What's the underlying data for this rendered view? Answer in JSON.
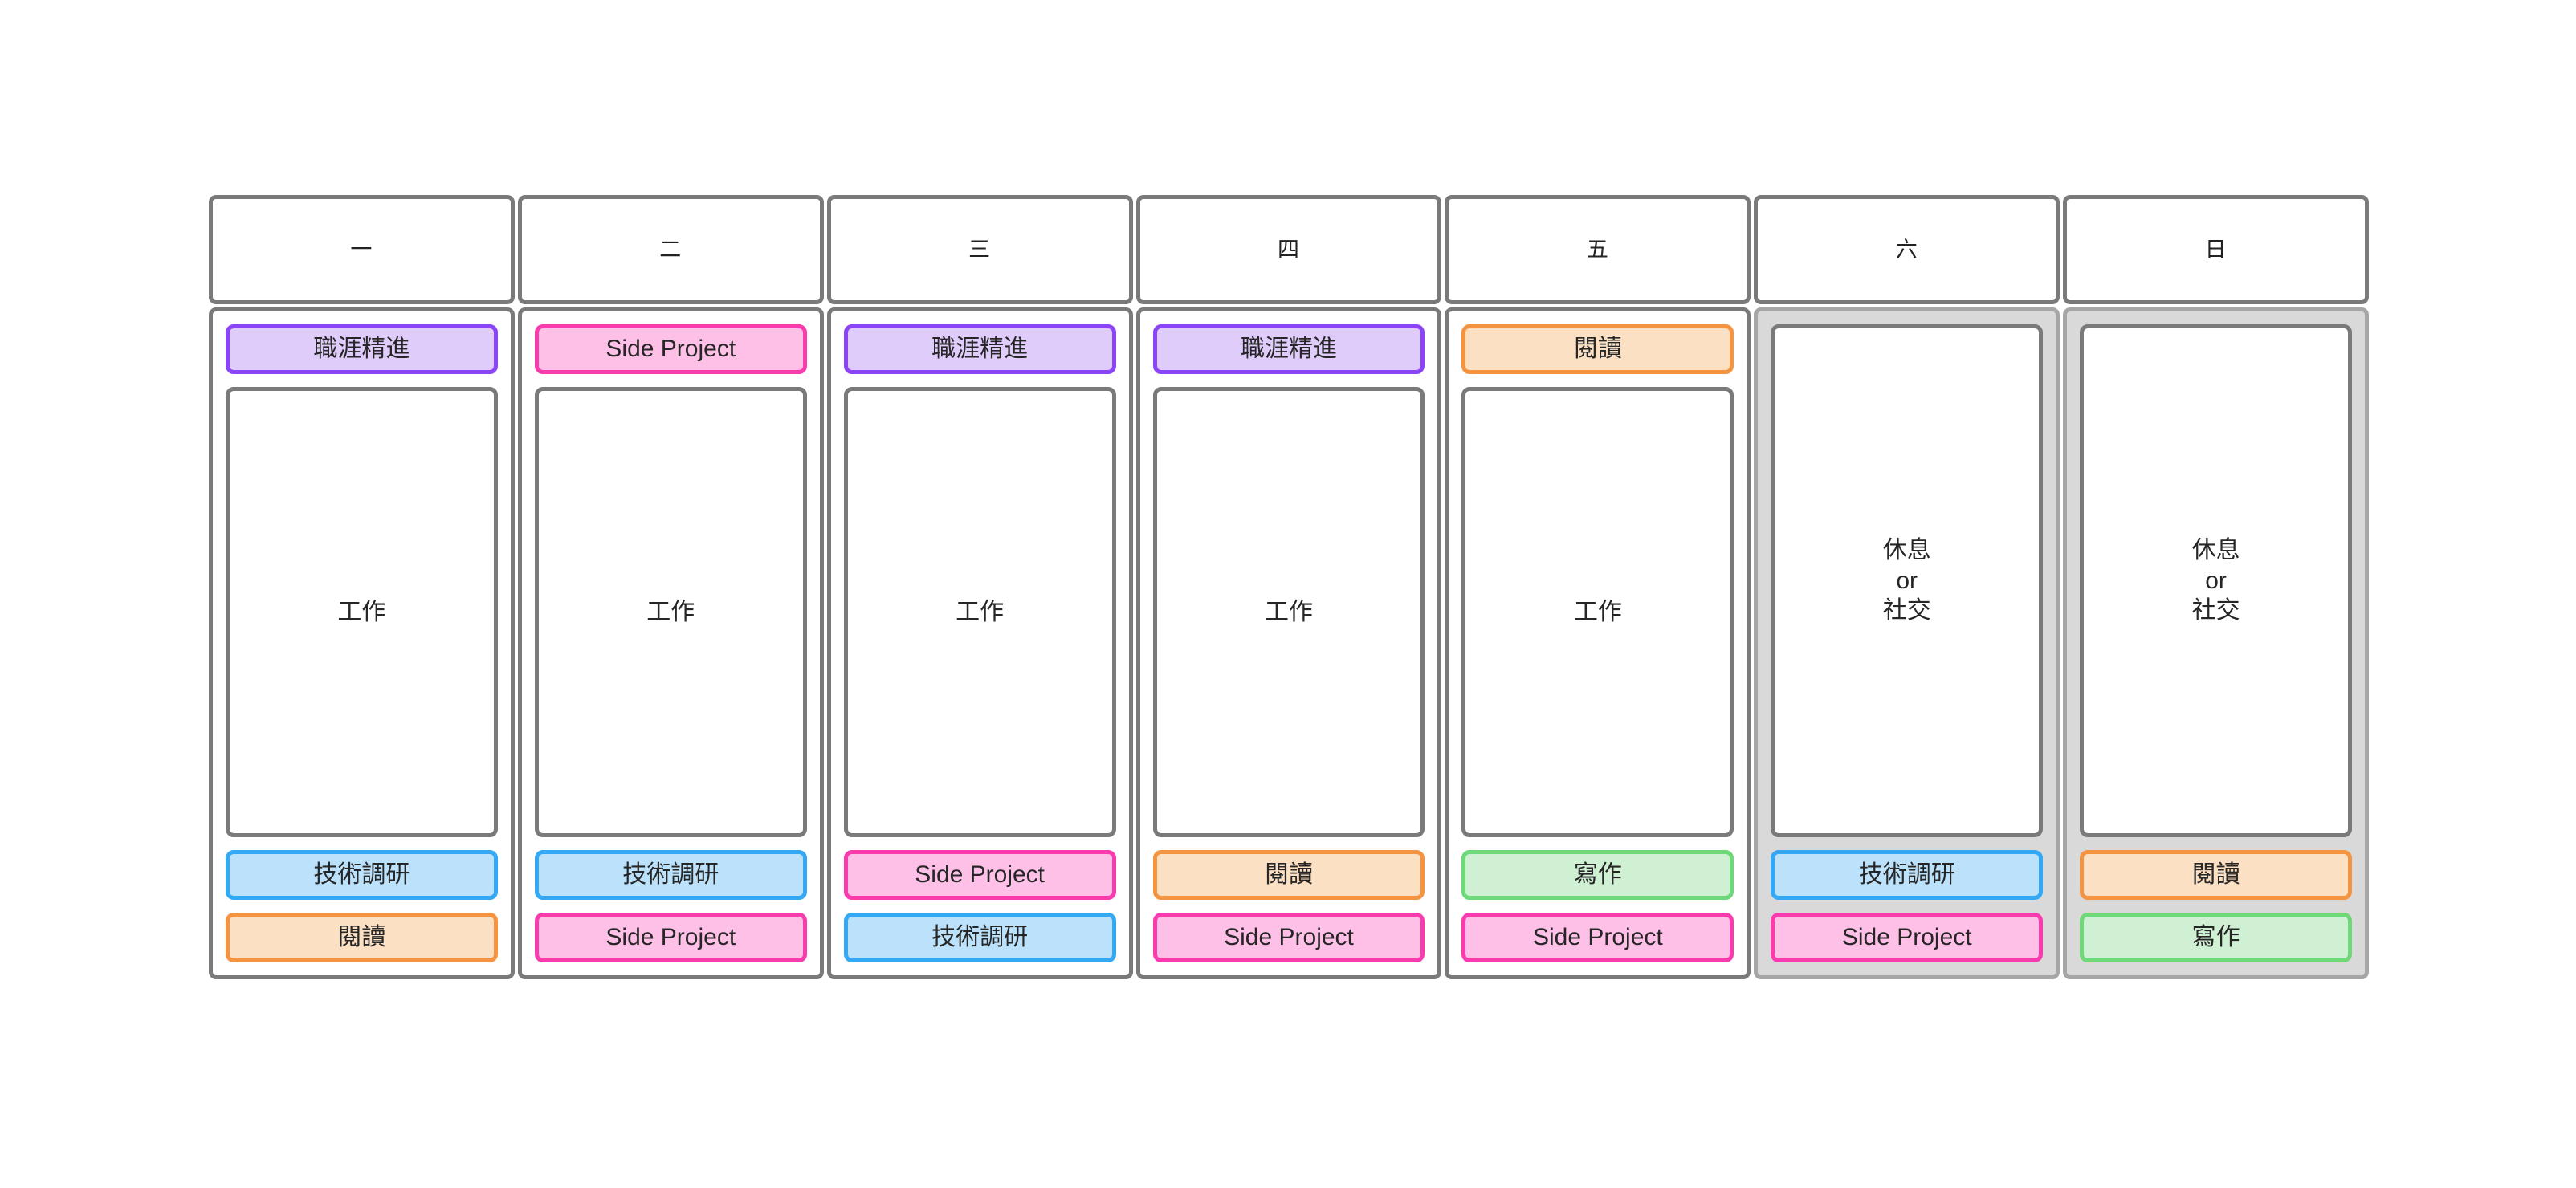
{
  "schedule": {
    "palette": {
      "purple_border": "#8b44f7",
      "purple_fill": "#e0ccfb",
      "pink_border": "#f93bae",
      "pink_fill": "#ffc0e8",
      "blue_border": "#33a8f5",
      "blue_fill": "#bce2fb",
      "orange_border": "#f59440",
      "orange_fill": "#fbe0c4",
      "green_border": "#6dd978",
      "green_fill": "#d0f0d4",
      "white_border": "#7a7a7a",
      "white_fill": "#ffffff",
      "grid_border": "#7a7a7a",
      "weekend_fill": "#d9d9d9",
      "weekend_border": "#a6a6a6",
      "text": "#262626"
    },
    "days": [
      {
        "header": "一",
        "weekend": false,
        "blocks": [
          {
            "label": "職涯精進",
            "tone": "purple",
            "size": "chip"
          },
          {
            "label": "工作",
            "tone": "white",
            "size": "big"
          },
          {
            "label": "技術調研",
            "tone": "blue",
            "size": "chip"
          },
          {
            "label": "閱讀",
            "tone": "orange",
            "size": "chip"
          }
        ]
      },
      {
        "header": "二",
        "weekend": false,
        "blocks": [
          {
            "label": "Side Project",
            "tone": "pink",
            "size": "chip"
          },
          {
            "label": "工作",
            "tone": "white",
            "size": "big"
          },
          {
            "label": "技術調研",
            "tone": "blue",
            "size": "chip"
          },
          {
            "label": "Side Project",
            "tone": "pink",
            "size": "chip"
          }
        ]
      },
      {
        "header": "三",
        "weekend": false,
        "blocks": [
          {
            "label": "職涯精進",
            "tone": "purple",
            "size": "chip"
          },
          {
            "label": "工作",
            "tone": "white",
            "size": "big"
          },
          {
            "label": "Side Project",
            "tone": "pink",
            "size": "chip"
          },
          {
            "label": "技術調研",
            "tone": "blue",
            "size": "chip"
          }
        ]
      },
      {
        "header": "四",
        "weekend": false,
        "blocks": [
          {
            "label": "職涯精進",
            "tone": "purple",
            "size": "chip"
          },
          {
            "label": "工作",
            "tone": "white",
            "size": "big"
          },
          {
            "label": "閱讀",
            "tone": "orange",
            "size": "chip"
          },
          {
            "label": "Side Project",
            "tone": "pink",
            "size": "chip"
          }
        ]
      },
      {
        "header": "五",
        "weekend": false,
        "blocks": [
          {
            "label": "閱讀",
            "tone": "orange",
            "size": "chip"
          },
          {
            "label": "工作",
            "tone": "white",
            "size": "big"
          },
          {
            "label": "寫作",
            "tone": "green",
            "size": "chip"
          },
          {
            "label": "Side Project",
            "tone": "pink",
            "size": "chip"
          }
        ]
      },
      {
        "header": "六",
        "weekend": true,
        "blocks": [
          {
            "label": "休息\nor\n社交",
            "tone": "white",
            "size": "big"
          },
          {
            "label": "技術調研",
            "tone": "blue",
            "size": "chip"
          },
          {
            "label": "Side Project",
            "tone": "pink",
            "size": "chip"
          }
        ]
      },
      {
        "header": "日",
        "weekend": true,
        "blocks": [
          {
            "label": "休息\nor\n社交",
            "tone": "white",
            "size": "big"
          },
          {
            "label": "閱讀",
            "tone": "orange",
            "size": "chip"
          },
          {
            "label": "寫作",
            "tone": "green",
            "size": "chip"
          }
        ]
      }
    ]
  }
}
